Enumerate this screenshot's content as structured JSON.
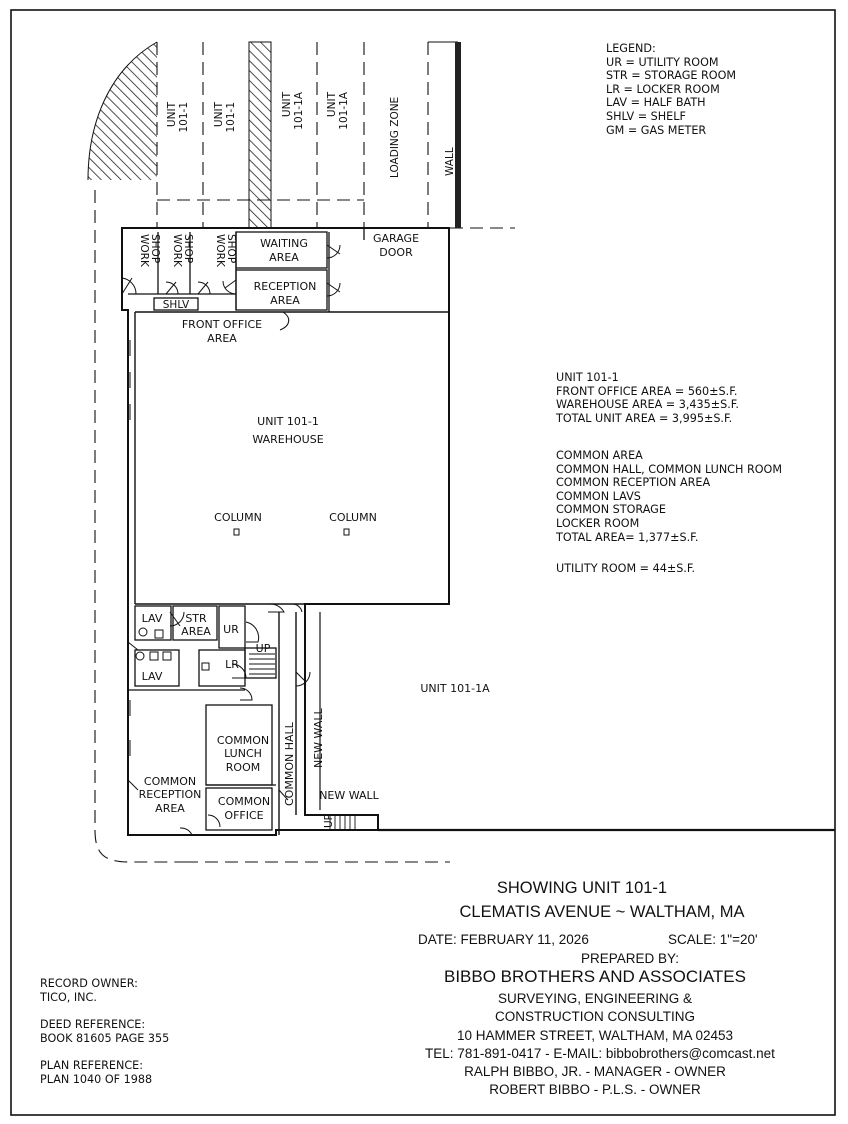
{
  "legend": {
    "title": "LEGEND:",
    "items": [
      "UR = UTILITY ROOM",
      "STR = STORAGE ROOM",
      "LR = LOCKER ROOM",
      "LAV = HALF BATH",
      "SHLV = SHELF",
      "GM = GAS METER"
    ]
  },
  "parking": {
    "stall1": [
      "UNIT",
      "101-1"
    ],
    "stall2": [
      "UNIT",
      "101-1"
    ],
    "stall3": [
      "UNIT",
      "101-1A"
    ],
    "stall4": [
      "UNIT",
      "101-1A"
    ],
    "loading_zone": "LOADING ZONE",
    "wall": "WALL"
  },
  "rooms": {
    "work_shop_1": [
      "WORK",
      "SHOP"
    ],
    "work_shop_2": [
      "WORK",
      "SHOP"
    ],
    "work_shop_3": [
      "WORK",
      "SHOP"
    ],
    "waiting_area": [
      "WAITING",
      "AREA"
    ],
    "reception_area": [
      "RECEPTION",
      "AREA"
    ],
    "garage_door": [
      "GARAGE",
      "DOOR"
    ],
    "shelf": "SHLV",
    "front_office_area": [
      "FRONT OFFICE",
      "AREA"
    ],
    "warehouse": [
      "UNIT 101-1",
      "WAREHOUSE"
    ],
    "column_1": "COLUMN",
    "column_2": "COLUMN",
    "lav_1": "LAV",
    "lav_2": "LAV",
    "str_area": [
      "STR",
      "AREA"
    ],
    "ur": "UR",
    "lr": "LR",
    "up_1": "UP",
    "up_2": "UP",
    "common_lunch_room": [
      "COMMON",
      "LUNCH",
      "ROOM"
    ],
    "common_reception_area": [
      "COMMON",
      "RECEPTION",
      "AREA"
    ],
    "common_office": [
      "COMMON",
      "OFFICE"
    ],
    "common_hall": "COMMON HALL",
    "new_wall_vertical": "NEW WALL",
    "new_wall_horizontal": "NEW WALL",
    "unit_101_1a": "UNIT 101-1A"
  },
  "unit_summary": {
    "lines": [
      "UNIT 101-1",
      "FRONT OFFICE AREA = 560±S.F.",
      "WAREHOUSE AREA = 3,435±S.F.",
      "TOTAL UNIT AREA = 3,995±S.F."
    ]
  },
  "common_summary": {
    "lines": [
      "COMMON AREA",
      "COMMON HALL, COMMON LUNCH ROOM",
      "COMMON RECEPTION AREA",
      "COMMON LAVS",
      "COMMON STORAGE",
      "LOCKER ROOM",
      "TOTAL AREA= 1,377±S.F."
    ]
  },
  "utility_room": "UTILITY ROOM = 44±S.F.",
  "title_block": {
    "heading1": "SHOWING UNIT 101-1",
    "heading2": "CLEMATIS AVENUE ~ WALTHAM, MA",
    "date": "DATE: FEBRUARY 11, 2026",
    "scale": "SCALE: 1\"=20'",
    "prepared_by": "PREPARED BY:",
    "firm": "BIBBO BROTHERS AND ASSOCIATES",
    "services1": "SURVEYING, ENGINEERING &",
    "services2": "CONSTRUCTION CONSULTING",
    "address": "10 HAMMER STREET, WALTHAM, MA 02453",
    "contact": "TEL: 781-891-0417 - E-MAIL: bibbobrothers@comcast.net",
    "person1": "RALPH BIBBO, JR. - MANAGER - OWNER",
    "person2": "ROBERT BIBBO - P.L.S. - OWNER"
  },
  "record": {
    "owner_label": "RECORD OWNER:",
    "owner": "TICO, INC.",
    "deed_label": "DEED REFERENCE:",
    "deed": "BOOK 81605  PAGE 355",
    "plan_label": "PLAN REFERENCE:",
    "plan": "PLAN 1040 OF 1988"
  }
}
